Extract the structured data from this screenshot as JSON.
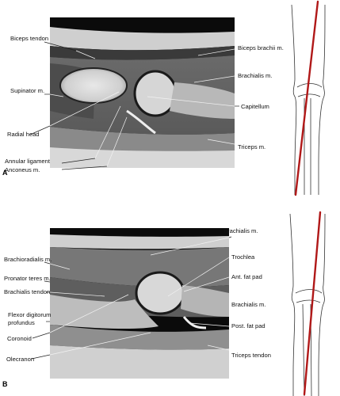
{
  "panels": [
    {
      "letter": "A",
      "labels": {
        "biceps_tendon": "Biceps tendon",
        "supinator": "Supinator m.",
        "radial_head": "Radial head",
        "annular_ligament": "Annular ligament",
        "anconeus": "Anconeus m.",
        "biceps_brachii": "Biceps brachii m.",
        "brachialis": "Brachialis m.",
        "capitellum": "Capitellum",
        "triceps": "Triceps m."
      }
    },
    {
      "letter": "B",
      "labels": {
        "brachioradialis": "Brachioradialis m.",
        "pronator_teres": "Pronator teres m.",
        "brachialis_tendon": "Brachialis tendon",
        "flexor_1": "Flexor digitorum",
        "flexor_2": "profundus",
        "coronoid": "Coronoid",
        "olecranon": "Olecranon",
        "brachialis_top": "Brachialis m.",
        "trochlea": "Trochlea",
        "ant_fat_pad": "Ant. fat pad",
        "brachialis_right": "Brachialis m.",
        "post_fat_pad": "Post. fat pad",
        "triceps_tendon": "Triceps tendon"
      }
    }
  ],
  "colors": {
    "cut_line": "#b01818"
  }
}
